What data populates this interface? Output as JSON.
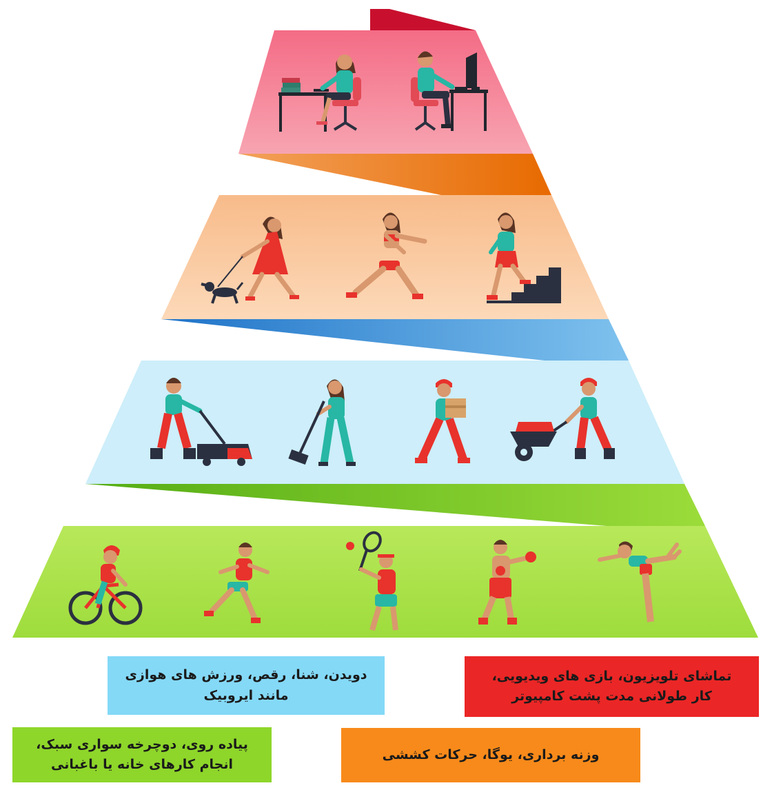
{
  "palette": {
    "tier1": "#f47b8f",
    "tier2": "#fac79b",
    "tier3": "#cdeefa",
    "tier4": "#a6e14a",
    "connector_red": "#c8102e",
    "connector_orange": "#f57a0e",
    "connector_blue": "#3a8fd6",
    "connector_green": "#6cc31c",
    "skin": "#d9986e",
    "hair": "#5a3424",
    "red": "#e8322c",
    "teal": "#27b7a4",
    "navy": "#2b3040"
  },
  "pyramid": {
    "tiers": [
      {
        "id": "sedentary",
        "color": "#f47b8f",
        "activities": [
          {
            "icon": "woman-at-desk-icon"
          },
          {
            "icon": "man-at-computer-icon"
          }
        ]
      },
      {
        "id": "aerobic",
        "color": "#fac79b",
        "activities": [
          {
            "icon": "walking-dog-icon"
          },
          {
            "icon": "lunge-exercise-icon"
          },
          {
            "icon": "climbing-stairs-icon"
          }
        ]
      },
      {
        "id": "light",
        "color": "#cdeefa",
        "activities": [
          {
            "icon": "lawn-mower-icon"
          },
          {
            "icon": "sweeping-broom-icon"
          },
          {
            "icon": "carrying-box-icon"
          },
          {
            "icon": "wheelbarrow-icon"
          }
        ]
      },
      {
        "id": "strength",
        "color": "#a6e14a",
        "activities": [
          {
            "icon": "cycling-icon"
          },
          {
            "icon": "running-icon"
          },
          {
            "icon": "tennis-icon"
          },
          {
            "icon": "boxing-icon"
          },
          {
            "icon": "yoga-stretch-icon"
          }
        ]
      }
    ]
  },
  "legend": {
    "blue": {
      "color": "#84d9f7",
      "line1": "دویدن، شنا، رقص، ورزش های هوازی",
      "line2": "مانند ایروبیک"
    },
    "red": {
      "color": "#eb2626",
      "line1": "تماشای تلویزیون، بازی های ویدیویی،",
      "line2": "کار طولانی مدت پشت کامپیوتر"
    },
    "green": {
      "color": "#8ed62a",
      "line1": "پیاده روی، دوچرخه سواری سبک،",
      "line2": "انجام کارهای خانه یا باغبانی"
    },
    "orange": {
      "color": "#f78a1a",
      "line1": "وزنه برداری، یوگا، حرکات کششی"
    }
  }
}
